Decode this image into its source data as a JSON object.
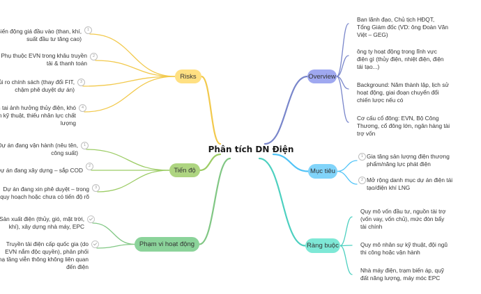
{
  "center": {
    "title": "Phân tích DN Điện"
  },
  "colors": {
    "risks": "#f2c94c",
    "risks_fill": "#ffe082",
    "progress": "#9ccc65",
    "progress_fill": "#aed581",
    "scope": "#81c784",
    "scope_fill": "#8bd39a",
    "overview": "#7986cb",
    "overview_fill": "#9fa8f0",
    "goals": "#4fc3f7",
    "goals_fill": "#81d4fa",
    "constraints": "#4dd0c0",
    "constraints_fill": "#7ee8d6"
  },
  "branches": {
    "risks": {
      "label": "Risks",
      "items": [
        {
          "num": "1",
          "lines": [
            "Biến động giá đầu vào (than, khí,",
            "suất đầu tư tăng cao)"
          ]
        },
        {
          "num": "2",
          "lines": [
            "Phụ thuộc EVN trong khâu truyền",
            "tải & thanh toán"
          ]
        },
        {
          "num": "3",
          "lines": [
            "Rủi ro chính sách (thay đổi FIT,",
            "chậm phê duyệt dự án)"
          ]
        },
        {
          "num": "4",
          "lines": [
            "Thiên tai ảnh hưởng thủy điện, khó",
            "khăn kỹ thuật, thiếu nhân lực chất",
            "lượng"
          ]
        }
      ]
    },
    "progress": {
      "label": "Tiến độ",
      "items": [
        {
          "num": "1",
          "lines": [
            "Dự án đang vận hành (nêu tên,",
            "công suất)"
          ]
        },
        {
          "num": "2",
          "lines": [
            "Dự án đang xây dựng – sắp COD"
          ]
        },
        {
          "num": "3",
          "lines": [
            "Dự án đang xin phê duyệt – trong",
            "quy hoạch hoặc chưa có tiến độ rõ"
          ]
        }
      ]
    },
    "scope": {
      "label": "Phạm vi hoạt động",
      "items": [
        {
          "lines": [
            "Sản xuất điện (thủy, gió, mặt trời,",
            "khí), xây dựng nhà máy, EPC"
          ]
        },
        {
          "lines": [
            "Truyền tải điện cấp quốc gia (do",
            "EVN nắm độc quyền), phân phối",
            "hạ tầng viễn thông không liên quan",
            "đến điện"
          ]
        }
      ]
    },
    "overview": {
      "label": "Overview",
      "items": [
        {
          "lines": [
            "Ban lãnh đạo, Chủ tịch HĐQT,",
            "Tổng Giám đốc (VD: ông Đoàn Văn",
            "Việt – GEG)"
          ]
        },
        {
          "lines": [
            "ông ty hoạt động trong lĩnh vực",
            "điện gì (thủy điện, nhiệt điện, điện",
            "tái tạo...)"
          ]
        },
        {
          "lines": [
            "Background: Năm thành lập, lịch sử",
            "hoạt động, giai đoạn chuyển đổi",
            "chiến lược nếu có"
          ]
        },
        {
          "lines": [
            "Cơ cấu cổ đông: EVN, Bộ Công",
            "Thương, cổ đông lớn, ngân hàng tài",
            "trợ vốn"
          ]
        }
      ]
    },
    "goals": {
      "label": "Mục tiêu",
      "items": [
        {
          "num": "1",
          "lines": [
            "Gia tăng sản lượng điện thương",
            "phẩm/năng lực phát điện"
          ]
        },
        {
          "num": "2",
          "lines": [
            "Mở rộng danh mục dự án điện tái",
            "tạo/điện khí LNG"
          ]
        }
      ]
    },
    "constraints": {
      "label": "Ràng buộc",
      "items": [
        {
          "lines": [
            "Quy mô vốn đầu tư, nguồn tài trợ",
            "(vốn vay, vốn chủ), mức đòn bẩy",
            "tài chính"
          ]
        },
        {
          "lines": [
            "Quy mô nhân sự kỹ thuật, đội ngũ",
            "thi công hoặc vận hành"
          ]
        },
        {
          "lines": [
            "Nhà máy điện, trạm biến áp, quỹ",
            "đất năng lượng, máy móc EPC"
          ]
        }
      ]
    }
  }
}
